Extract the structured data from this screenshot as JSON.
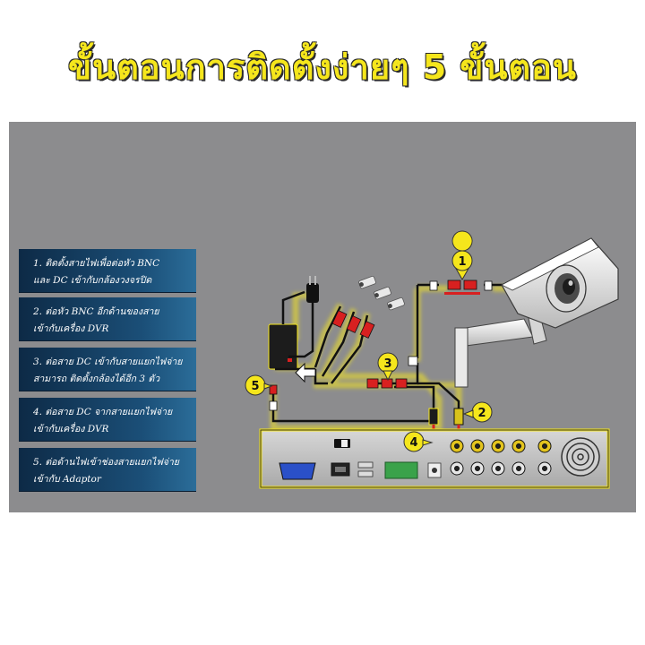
{
  "title": "ขั้นตอนการติดตั้งง่ายๆ 5 ขั้นตอน",
  "steps": [
    {
      "line1": "1. ติดตั้งสายไฟเพื่อต่อหัว BNC",
      "line2": "และ DC เข้ากับกล้องวงจรปิด"
    },
    {
      "line1": "2. ต่อหัว BNC อีกด้านของสาย",
      "line2": "เข้ากับเครื่อง DVR"
    },
    {
      "line1": "3. ต่อสาย DC เข้ากับสายแยกไฟจ่าย",
      "line2": "สามารถ ติดตั้งกล้องได้อีก 3 ตัว"
    },
    {
      "line1": "4. ต่อสาย DC จากสายแยกไฟจ่าย",
      "line2": "เข้ากับเครื่อง DVR"
    },
    {
      "line1": "5. ต่อด้านไฟเข้าช่องสายแยกไฟจ่าย",
      "line2": "เข้ากับ Adaptor"
    }
  ],
  "callouts": [
    "1",
    "2",
    "3",
    "4",
    "5"
  ],
  "colors": {
    "title": "#f5e61c",
    "panel": "#8c8c8e",
    "step_box": "#1b4f78",
    "callout": "#f5e61c",
    "connector": "#d82020"
  }
}
